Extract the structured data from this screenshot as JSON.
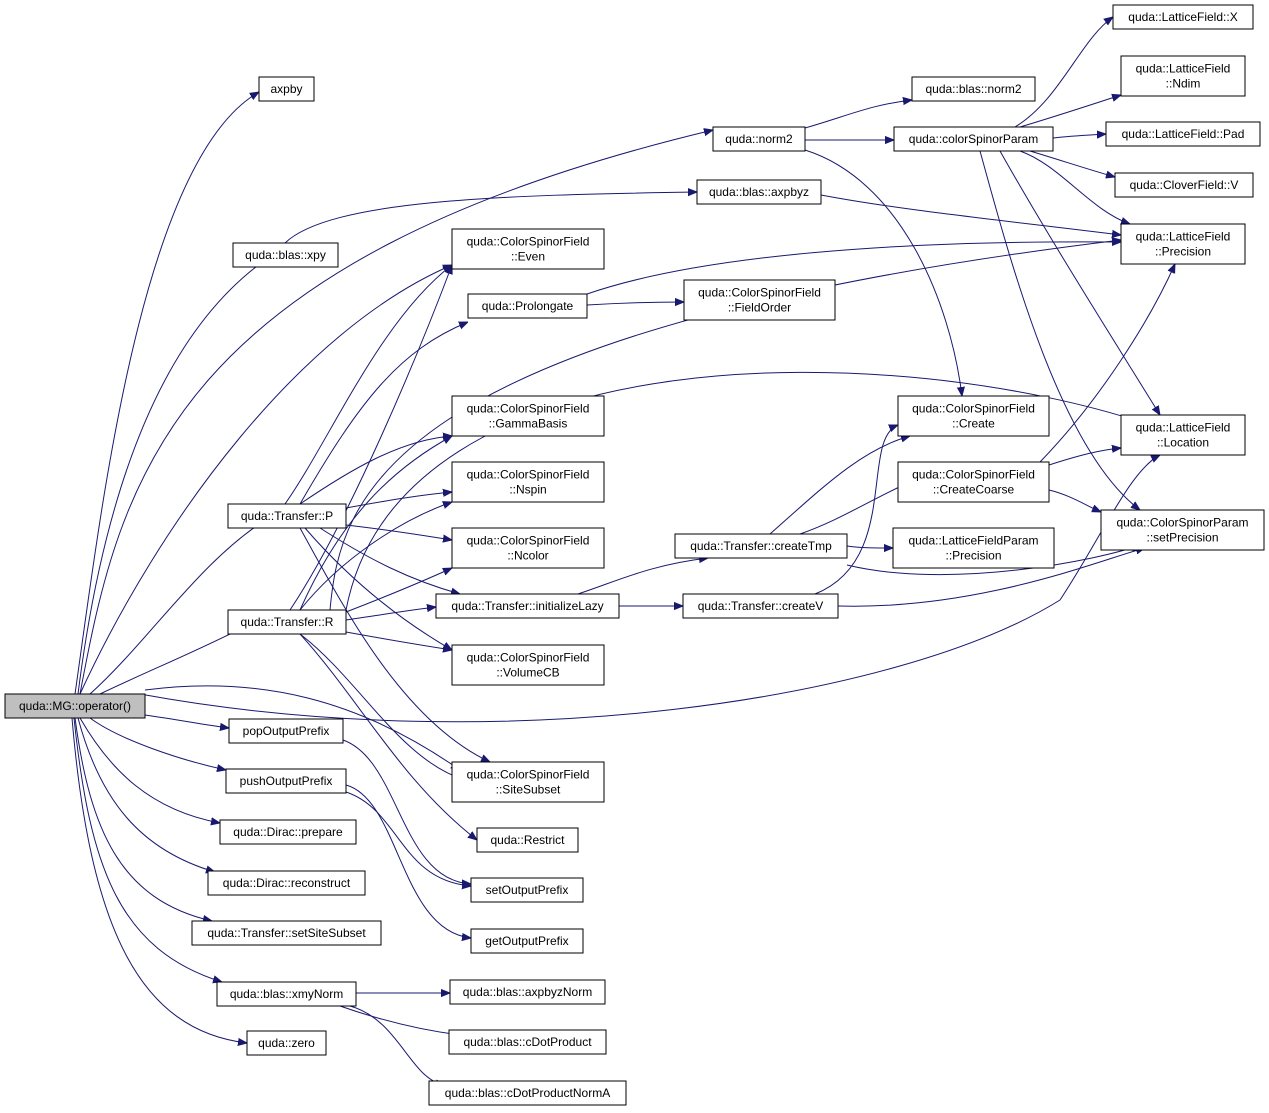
{
  "diagram": {
    "colors": {
      "edge": "#191970",
      "node_border": "#000000",
      "root_fill": "#bfbfbf",
      "node_fill": "#ffffff"
    },
    "nodes": [
      {
        "id": "mg_op",
        "lines": [
          "quda::MG::operator()"
        ],
        "root": true
      },
      {
        "id": "axpby",
        "lines": [
          "axpby"
        ]
      },
      {
        "id": "blas_xpy",
        "lines": [
          "quda::blas::xpy"
        ]
      },
      {
        "id": "transfer_p",
        "lines": [
          "quda::Transfer::P"
        ]
      },
      {
        "id": "transfer_r",
        "lines": [
          "quda::Transfer::R"
        ]
      },
      {
        "id": "pop_prefix",
        "lines": [
          "popOutputPrefix"
        ]
      },
      {
        "id": "push_prefix",
        "lines": [
          "pushOutputPrefix"
        ]
      },
      {
        "id": "dirac_prepare",
        "lines": [
          "quda::Dirac::prepare"
        ]
      },
      {
        "id": "dirac_reconstruct",
        "lines": [
          "quda::Dirac::reconstruct"
        ]
      },
      {
        "id": "set_site_subset",
        "lines": [
          "quda::Transfer::setSiteSubset"
        ]
      },
      {
        "id": "xmy_norm",
        "lines": [
          "quda::blas::xmyNorm"
        ]
      },
      {
        "id": "zero",
        "lines": [
          "quda::zero"
        ]
      },
      {
        "id": "norm2",
        "lines": [
          "quda::norm2"
        ]
      },
      {
        "id": "axpbyz",
        "lines": [
          "quda::blas::axpbyz"
        ]
      },
      {
        "id": "csf_even",
        "lines": [
          "quda::ColorSpinorField",
          "::Even"
        ]
      },
      {
        "id": "prolongate",
        "lines": [
          "quda::Prolongate"
        ]
      },
      {
        "id": "csf_gamma",
        "lines": [
          "quda::ColorSpinorField",
          "::GammaBasis"
        ]
      },
      {
        "id": "csf_nspin",
        "lines": [
          "quda::ColorSpinorField",
          "::Nspin"
        ]
      },
      {
        "id": "csf_ncolor",
        "lines": [
          "quda::ColorSpinorField",
          "::Ncolor"
        ]
      },
      {
        "id": "init_lazy",
        "lines": [
          "quda::Transfer::initializeLazy"
        ]
      },
      {
        "id": "csf_volume",
        "lines": [
          "quda::ColorSpinorField",
          "::VolumeCB"
        ]
      },
      {
        "id": "csf_site",
        "lines": [
          "quda::ColorSpinorField",
          "::SiteSubset"
        ]
      },
      {
        "id": "restrict",
        "lines": [
          "quda::Restrict"
        ]
      },
      {
        "id": "set_prefix",
        "lines": [
          "setOutputPrefix"
        ]
      },
      {
        "id": "get_prefix",
        "lines": [
          "getOutputPrefix"
        ]
      },
      {
        "id": "axpbyz_norm",
        "lines": [
          "quda::blas::axpbyzNorm"
        ]
      },
      {
        "id": "cdot",
        "lines": [
          "quda::blas::cDotProduct"
        ]
      },
      {
        "id": "cdot_norm_a",
        "lines": [
          "quda::blas::cDotProductNormA"
        ]
      },
      {
        "id": "blas_norm2",
        "lines": [
          "quda::blas::norm2"
        ]
      },
      {
        "id": "cs_param",
        "lines": [
          "quda::colorSpinorParam"
        ]
      },
      {
        "id": "csf_fieldorder",
        "lines": [
          "quda::ColorSpinorField",
          "::FieldOrder"
        ]
      },
      {
        "id": "create_tmp",
        "lines": [
          "quda::Transfer::createTmp"
        ]
      },
      {
        "id": "create_v",
        "lines": [
          "quda::Transfer::createV"
        ]
      },
      {
        "id": "csf_create",
        "lines": [
          "quda::ColorSpinorField",
          "::Create"
        ]
      },
      {
        "id": "csf_createcoarse",
        "lines": [
          "quda::ColorSpinorField",
          "::CreateCoarse"
        ]
      },
      {
        "id": "lfp_precision",
        "lines": [
          "quda::LatticeFieldParam",
          "::Precision"
        ]
      },
      {
        "id": "lf_x",
        "lines": [
          "quda::LatticeField::X"
        ]
      },
      {
        "id": "lf_ndim",
        "lines": [
          "quda::LatticeField",
          "::Ndim"
        ]
      },
      {
        "id": "lf_pad",
        "lines": [
          "quda::LatticeField::Pad"
        ]
      },
      {
        "id": "clover_v",
        "lines": [
          "quda::CloverField::V"
        ]
      },
      {
        "id": "lf_precision",
        "lines": [
          "quda::LatticeField",
          "::Precision"
        ]
      },
      {
        "id": "lf_location",
        "lines": [
          "quda::LatticeField",
          "::Location"
        ]
      },
      {
        "id": "csp_setprecision",
        "lines": [
          "quda::ColorSpinorParam",
          "::setPrecision"
        ]
      }
    ]
  }
}
